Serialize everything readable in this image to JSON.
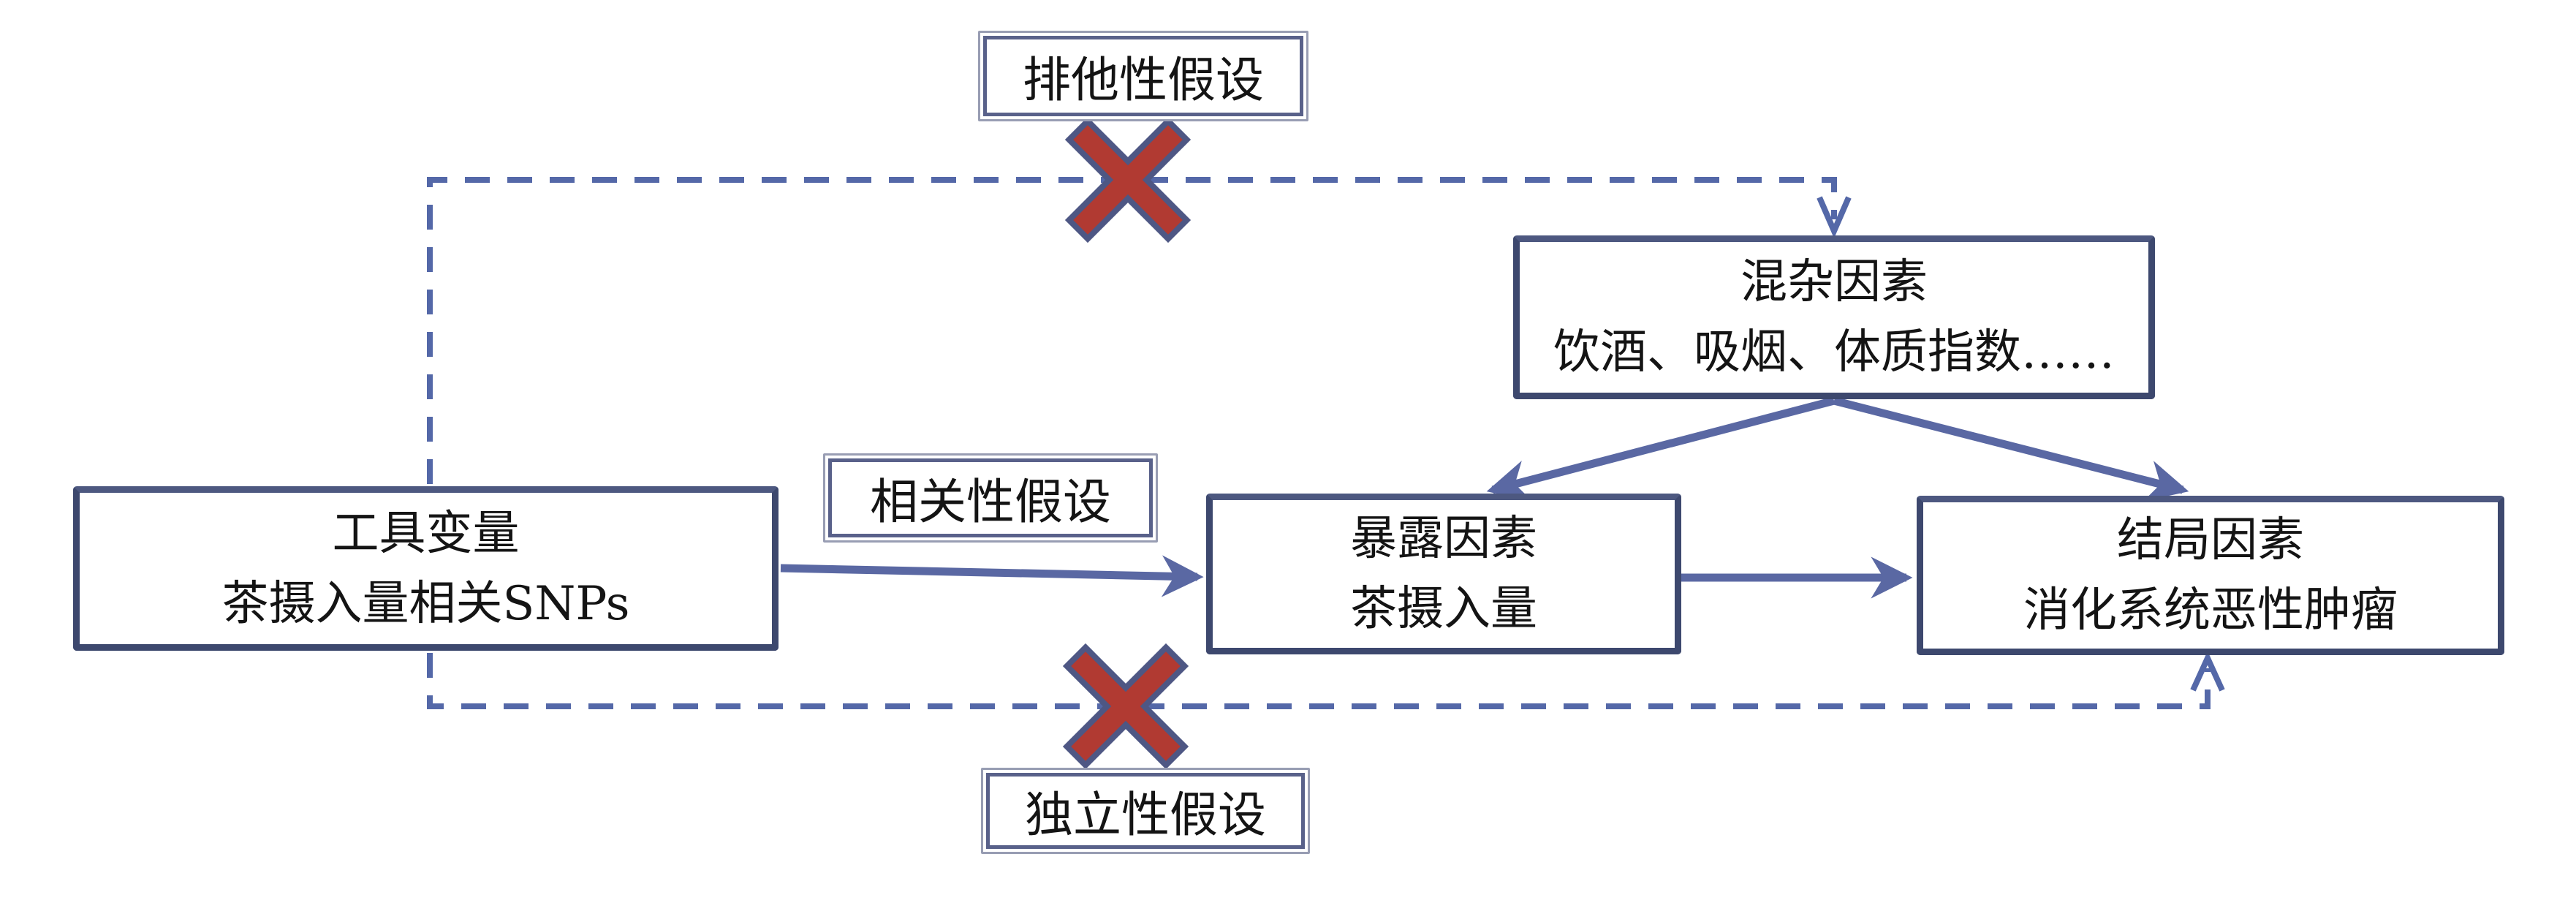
{
  "figure_type": "mendelian-randomization-assumption-diagram",
  "nodes": {
    "instrumental": {
      "line1": "工具变量",
      "line2": "茶摄入量相关SNPs"
    },
    "exposure": {
      "line1": "暴露因素",
      "line2": "茶摄入量"
    },
    "outcome": {
      "line1": "结局因素",
      "line2": "消化系统恶性肿瘤"
    },
    "confounder": {
      "line1": "混杂因素",
      "line2": "饮酒、吸烟、体质指数……"
    }
  },
  "labels": {
    "exclusion": "排他性假设",
    "relevance": "相关性假设",
    "independence": "独立性假设"
  },
  "edges": [
    {
      "from": "工具变量",
      "to": "暴露因素",
      "style": "solid-arrow",
      "label": "相关性假设"
    },
    {
      "from": "暴露因素",
      "to": "结局因素",
      "style": "solid-arrow"
    },
    {
      "from": "混杂因素",
      "to": "暴露因素",
      "style": "solid-arrow"
    },
    {
      "from": "混杂因素",
      "to": "结局因素",
      "style": "solid-arrow"
    },
    {
      "from": "工具变量",
      "to": "混杂因素",
      "style": "dashed-arrow-blocked",
      "label": "排他性假设"
    },
    {
      "from": "工具变量",
      "to": "结局因素",
      "style": "dashed-arrow-blocked",
      "label": "独立性假设"
    }
  ],
  "colors": {
    "background": "#ffffff",
    "node_border": "#3d486e",
    "label_border_outer": "#989db3",
    "label_border_inner": "#59618a",
    "arrow": "#5a68a3",
    "dashed": "#5468a8",
    "cross_red": "#b13a32",
    "cross_outline": "#4e5784",
    "text": "#141414"
  }
}
